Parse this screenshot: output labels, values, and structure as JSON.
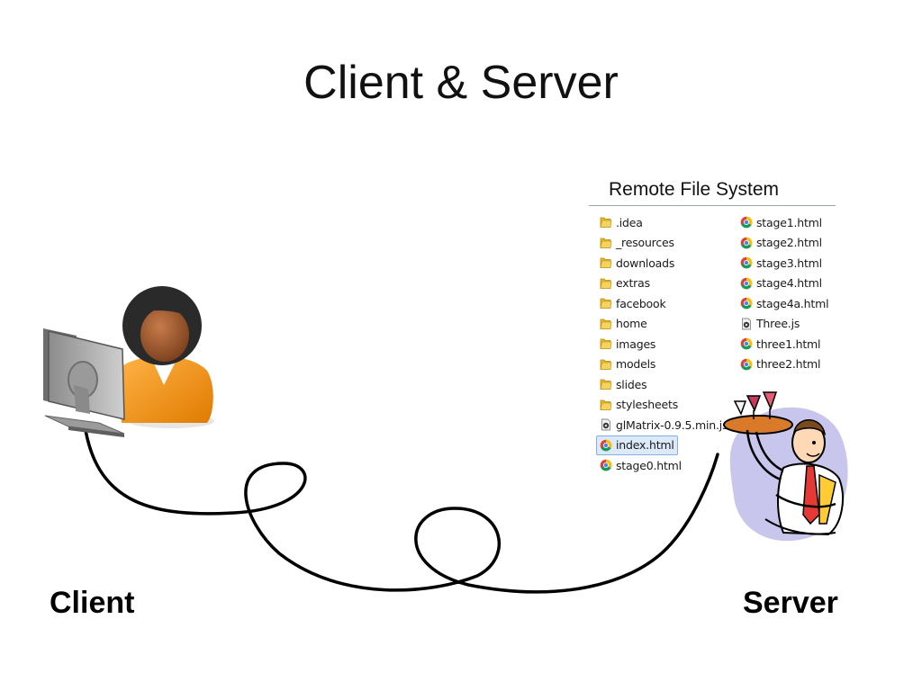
{
  "slide": {
    "title": "Client & Server",
    "client_label": "Client",
    "server_label": "Server"
  },
  "file_system": {
    "title": "Remote File System",
    "left_column": [
      {
        "name": ".idea",
        "icon": "folder-icon"
      },
      {
        "name": "_resources",
        "icon": "folder-icon"
      },
      {
        "name": "downloads",
        "icon": "folder-icon"
      },
      {
        "name": "extras",
        "icon": "folder-icon"
      },
      {
        "name": "facebook",
        "icon": "folder-icon"
      },
      {
        "name": "home",
        "icon": "folder-icon"
      },
      {
        "name": "images",
        "icon": "folder-icon"
      },
      {
        "name": "models",
        "icon": "folder-icon"
      },
      {
        "name": "slides",
        "icon": "folder-icon"
      },
      {
        "name": "stylesheets",
        "icon": "folder-icon"
      },
      {
        "name": "glMatrix-0.9.5.min.js",
        "icon": "js-file-icon"
      },
      {
        "name": "index.html",
        "icon": "chrome-icon",
        "selected": true
      },
      {
        "name": "stage0.html",
        "icon": "chrome-icon"
      }
    ],
    "right_column": [
      {
        "name": "stage1.html",
        "icon": "chrome-icon"
      },
      {
        "name": "stage2.html",
        "icon": "chrome-icon"
      },
      {
        "name": "stage3.html",
        "icon": "chrome-icon"
      },
      {
        "name": "stage4.html",
        "icon": "chrome-icon"
      },
      {
        "name": "stage4a.html",
        "icon": "chrome-icon"
      },
      {
        "name": "Three.js",
        "icon": "js-file-icon"
      },
      {
        "name": "three1.html",
        "icon": "chrome-icon"
      },
      {
        "name": "three2.html",
        "icon": "chrome-icon"
      }
    ]
  },
  "colors": {
    "folder": "#e8b923",
    "chrome_red": "#db4437",
    "chrome_yellow": "#f4c20d",
    "chrome_green": "#0f9d58",
    "chrome_blue": "#4285f4",
    "selection": "#dce9f8"
  }
}
